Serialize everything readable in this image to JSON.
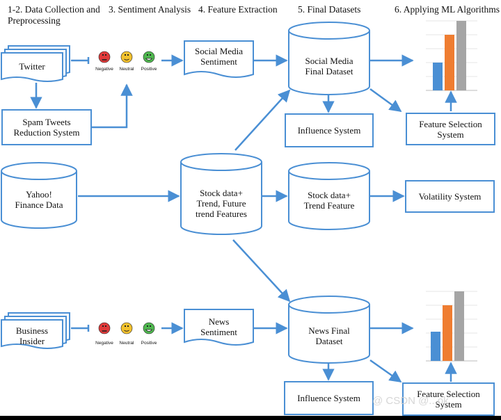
{
  "headers": {
    "collection": "1-2. Data Collection and",
    "collection_2": "Preprocessing",
    "sentiment": "3. Sentiment Analysis",
    "feature": "4. Feature Extraction",
    "final": "5. Final Datasets",
    "ml": "6. Applying ML Algorithms"
  },
  "sources": {
    "twitter": "Twitter",
    "spam_line1": "Spam Tweets",
    "spam_line2": "Reduction System",
    "yahoo_line1": "Yahoo!",
    "yahoo_line2": "Finance Data",
    "business_line1": "Business",
    "business_line2": "Insider"
  },
  "sentiment_labels": {
    "negative": "Negative",
    "neutral": "Neutral",
    "positive": "Positive"
  },
  "documents": {
    "social_line1": "Social Media",
    "social_line2": "Sentiment",
    "news_line1": "News",
    "news_line2": "Sentiment"
  },
  "datasets": {
    "social_line1": "Social Media",
    "social_line2": "Final Dataset",
    "stock_mid_line1": "Stock data+",
    "stock_mid_line2": "Trend, Future",
    "stock_mid_line3": "trend Features",
    "stock_final_line1": "Stock data+",
    "stock_final_line2": "Trend Feature",
    "news_line1": "News Final",
    "news_line2": "Dataset"
  },
  "systems": {
    "influence_top": "Influence System",
    "influence_bottom": "Influence System",
    "feature_sel_top_line1": "Feature Selection",
    "feature_sel_top_line2": "System",
    "feature_sel_bottom_line1": "Feature Selection",
    "feature_sel_bottom_line2": "System",
    "volatility": "Volatility System"
  },
  "watermark": "@ CSDN @...ok",
  "colors": {
    "stroke": "#4a8fd4",
    "face_negative": "#e03a3a",
    "face_neutral": "#f2c12e",
    "face_positive": "#4fb84f",
    "bar_blue": "#4a8fd4",
    "bar_orange": "#ef7d31",
    "bar_gray": "#a5a5a5"
  },
  "mini_charts": [
    {
      "values": [
        40,
        80,
        100
      ]
    },
    {
      "values": [
        42,
        80,
        100
      ]
    }
  ]
}
